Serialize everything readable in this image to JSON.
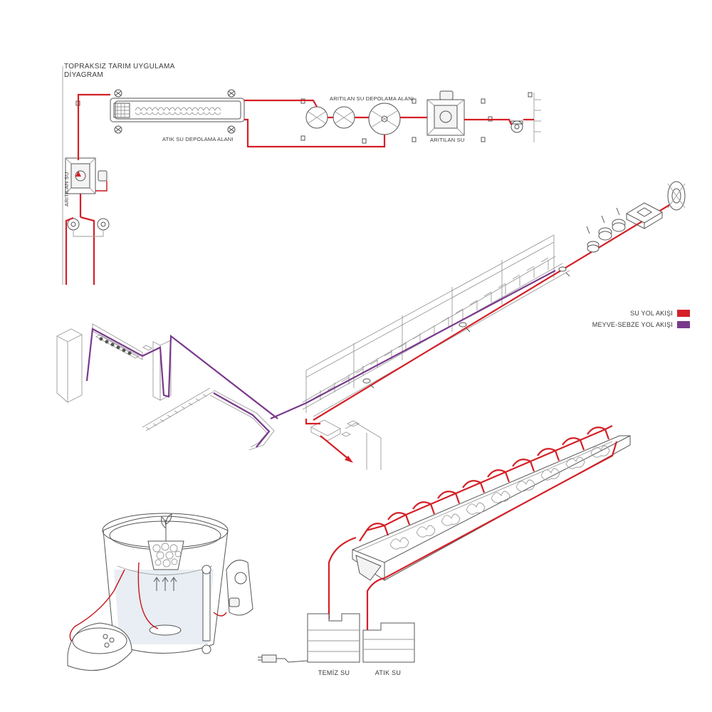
{
  "diagram": {
    "title_line1": "TOPRAKSIZ TARIM  UYGULAMA",
    "title_line2": "DİYAGRAM",
    "labels": {
      "waste_storage": "ATIK SU DEPOLAMA ALANI",
      "treated_storage": "ARITILAN SU DEPOLAMA ALANI",
      "treated_water": "ARITILAN SU",
      "treated_water_vertical": "ARITILAN SU",
      "clean_water": "TEMİZ SU",
      "waste_water": "ATIK SU"
    },
    "legend": [
      {
        "label": "SU YOL AKIŞI",
        "color": "#d42027"
      },
      {
        "label": "MEYVE-SEBZE YOL AKIŞI",
        "color": "#7a3a8c"
      }
    ],
    "colors": {
      "water_flow": "#d42027",
      "produce_flow": "#7a3a8c",
      "linework": "#555555"
    },
    "icons": [
      "pump-icon",
      "filter-tank-icon",
      "fan-icon",
      "valve-icon",
      "plant-icon",
      "arrow-icon"
    ]
  }
}
